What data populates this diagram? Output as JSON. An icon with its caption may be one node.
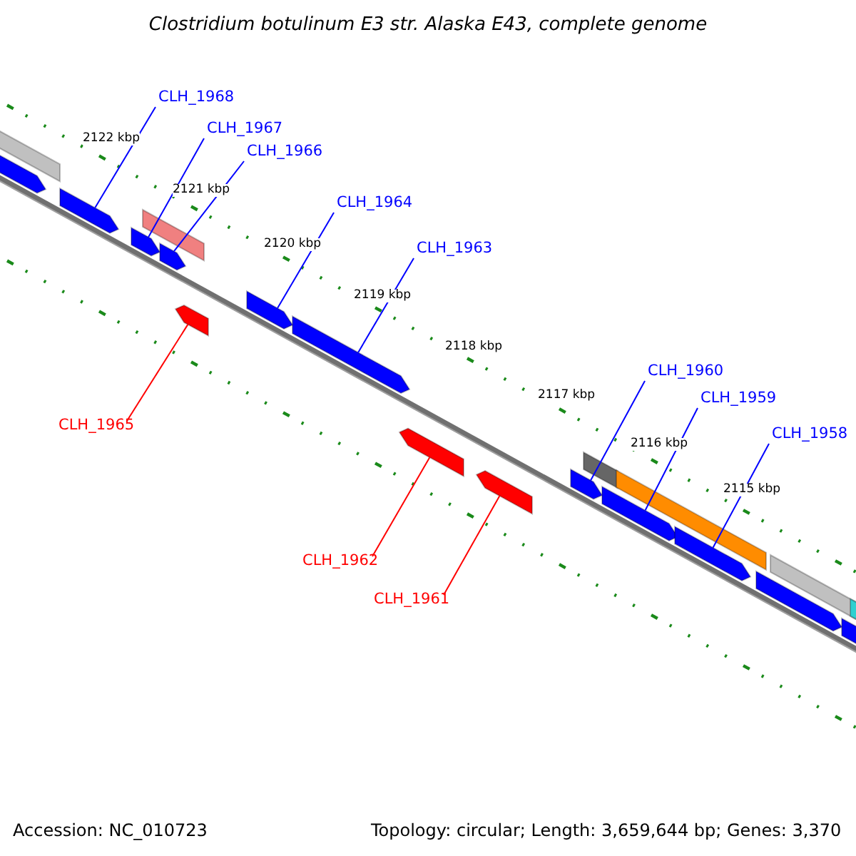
{
  "diagram": {
    "title": "Clostridium botulinum E3 str. Alaska E43, complete genome",
    "nodes": [
      {
        "text": [
          "CLH_1968"
        ]
      },
      {
        "text": [
          "CLH_1967"
        ]
      },
      {
        "text": [
          "CLH_1966"
        ]
      },
      {
        "text": [
          "CLH_1964"
        ]
      },
      {
        "text": [
          "CLH_1963"
        ]
      },
      {
        "text": [
          "CLH_1960"
        ]
      },
      {
        "text": [
          "CLH_1959"
        ]
      },
      {
        "text": [
          "CLH_1958"
        ]
      },
      {
        "text": [
          "CLH_1965"
        ]
      },
      {
        "text": [
          "CLH_1962"
        ]
      },
      {
        "text": [
          "CLH_1961"
        ]
      },
      {
        "text": [],
        "shape": "bar"
      },
      {
        "text": [],
        "shape": "arrow"
      },
      {
        "text": [],
        "shape": "arrow"
      },
      {
        "text": [],
        "shape": "arrow"
      },
      {
        "text": [],
        "shape": "bar"
      },
      {
        "text": [],
        "shape": "arrow"
      },
      {
        "text": [],
        "shape": "arrow"
      },
      {
        "text": [],
        "shape": "arrow"
      },
      {
        "text": [],
        "shape": "arrow"
      },
      {
        "text": [],
        "shape": "arrow"
      },
      {
        "text": [],
        "shape": "arrow"
      },
      {
        "text": [],
        "shape": "arrow"
      },
      {
        "text": [],
        "shape": "bar"
      },
      {
        "text": [],
        "shape": "arrow"
      },
      {
        "text": [],
        "shape": "bar"
      },
      {
        "text": [],
        "shape": "arrow"
      },
      {
        "text": [],
        "shape": "arrow"
      },
      {
        "text": [],
        "shape": "bar"
      },
      {
        "text": [],
        "shape": "arrow"
      },
      {
        "text": [],
        "shape": "bar"
      }
    ],
    "edges": [
      {
        "from": 0,
        "to": 13,
        "arrow": "none"
      },
      {
        "from": 1,
        "to": 14,
        "arrow": "none"
      },
      {
        "from": 2,
        "to": 16,
        "arrow": "none"
      },
      {
        "from": 3,
        "to": 18,
        "arrow": "none"
      },
      {
        "from": 4,
        "to": 19,
        "arrow": "none"
      },
      {
        "from": 5,
        "to": 22,
        "arrow": "none"
      },
      {
        "from": 6,
        "to": 24,
        "arrow": "none"
      },
      {
        "from": 7,
        "to": 26,
        "arrow": "none"
      },
      {
        "from": 8,
        "to": 17,
        "arrow": "none",
        "color": "#ff0000"
      },
      {
        "from": 9,
        "to": 20,
        "arrow": "none",
        "color": "#ff0000"
      },
      {
        "from": 10,
        "to": 21,
        "arrow": "none",
        "color": "#ff0000"
      }
    ],
    "labels": [
      "2122 kbp",
      "2121 kbp",
      "2120 kbp",
      "2119 kbp",
      "2118 kbp",
      "2117 kbp",
      "2116 kbp",
      "2115 kbp",
      "Accession: NC_010723",
      "Topology: circular; Length: 3,659,644 bp; Genes: 3,370"
    ]
  }
}
